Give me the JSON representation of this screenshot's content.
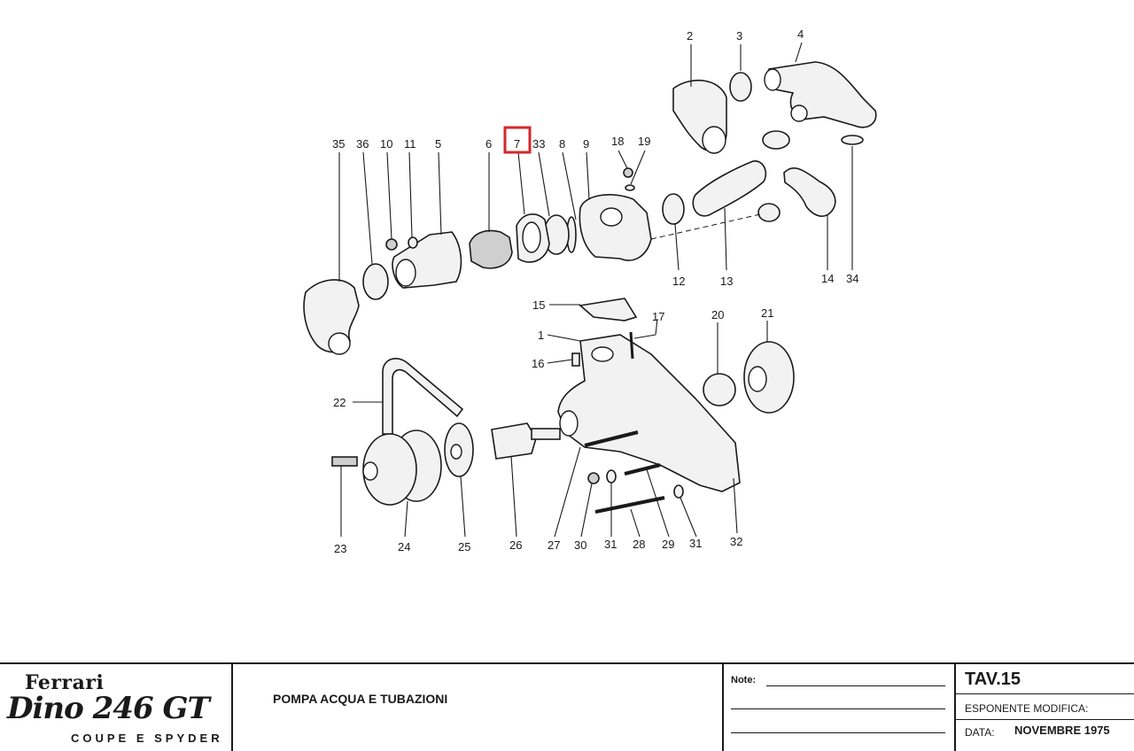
{
  "part_numbers": [
    "1",
    "2",
    "3",
    "4",
    "5",
    "6",
    "7",
    "8",
    "9",
    "10",
    "11",
    "12",
    "13",
    "14",
    "15",
    "16",
    "17",
    "18",
    "19",
    "20",
    "21",
    "22",
    "23",
    "24",
    "25",
    "26",
    "27",
    "28",
    "29",
    "30",
    "31",
    "32",
    "33",
    "34",
    "35",
    "36"
  ],
  "highlighted_part": "7",
  "highlight_color": "#d8262b",
  "title_block": {
    "brand": "Ferrari",
    "model": "Dino 246 GT",
    "variant": "COUPE E SPYDER",
    "description": "POMPA ACQUA E TUBAZIONI",
    "notes_label": "Note:",
    "table": "TAV.15",
    "revision_label": "ESPONENTE MODIFICA:",
    "date_label": "DATA:",
    "date_value": "NOVEMBRE 1975"
  }
}
